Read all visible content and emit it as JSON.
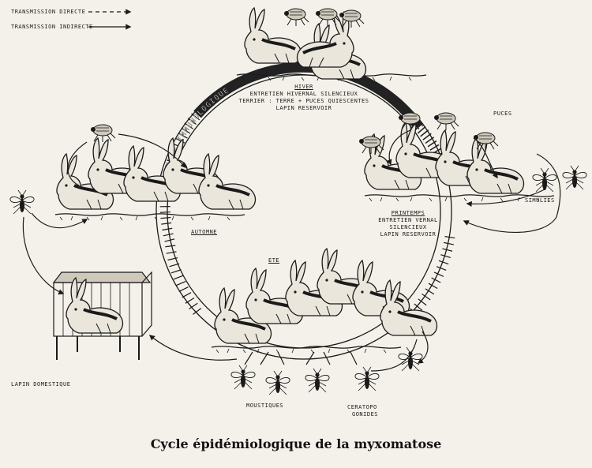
{
  "legend": {
    "direct": "TRANSMISSION DIRECTE",
    "indirect": "TRANSMISSION INDIRECTE"
  },
  "ring_label": "ETAT IMMUNOLOGIQUE",
  "seasons": {
    "winter": {
      "title": "HIVER",
      "lines": [
        "ENTRETIEN HIVERNAL SILENCIEUX",
        "TERRIER : TERRE + PUCES QUIESCENTES",
        "LAPIN RESERVOIR"
      ]
    },
    "spring": {
      "title": "PRINTEMPS",
      "lines": [
        "ENTRETIEN VERNAL",
        "SILENCIEUX",
        "LAPIN RESERVOIR"
      ]
    },
    "summer": {
      "title": "ETE"
    },
    "autumn": {
      "title": "AUTOMNE"
    }
  },
  "vectors": {
    "fleas": "PUCES",
    "simulies": "SIMULIES",
    "mosquitoes": "MOUSTIQUES",
    "ceratopogonides": [
      "CERATOPO",
      "GONIDES"
    ]
  },
  "domestic_rabbit": "LAPIN DOMESTIQUE",
  "caption": "Cycle épidémiologique de la myxomatose",
  "colors": {
    "ink": "#1a1a1a",
    "paper": "#f4f1ea",
    "ring_dark": "#222222"
  }
}
